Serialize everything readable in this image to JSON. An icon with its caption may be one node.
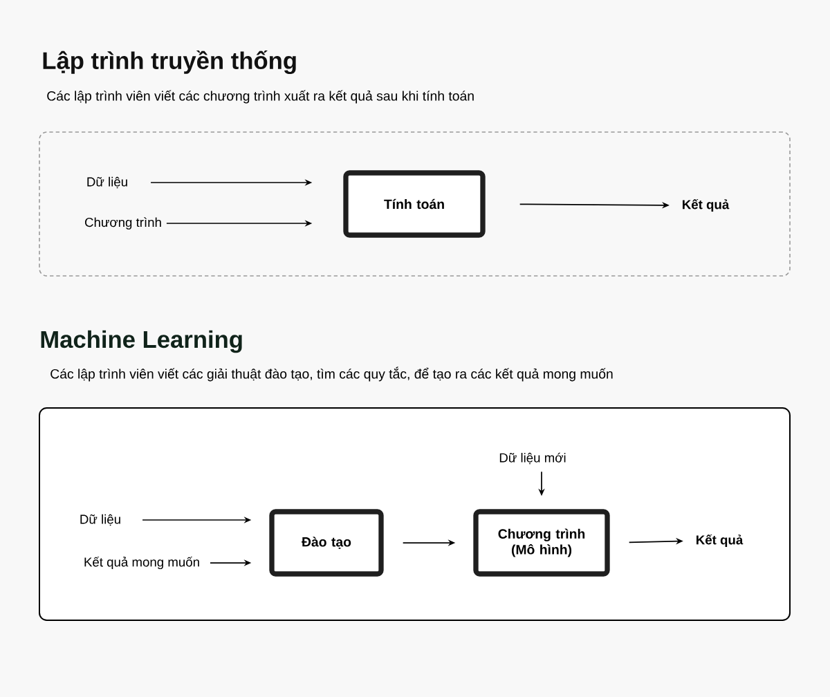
{
  "diagram": {
    "nodes": [
      {
        "text": [
          "Lập trình truyền thống",
          "Các lập trình viên viết các chương trình xuất ra kết quả sau khi tính toán"
        ]
      },
      {
        "text": [
          "Dữ liệu"
        ],
        "in": 0
      },
      {
        "text": [
          "Chương trình"
        ],
        "in": 0
      },
      {
        "text": [
          "Tính toán"
        ],
        "in": 0
      },
      {
        "text": [
          "Kết quả"
        ],
        "in": 0
      },
      {
        "text": [
          "Machine Learning",
          "Các lập trình viên viết các giải thuật đào tạo, tìm các quy tắc, để tạo ra các kết quả mong muốn"
        ]
      },
      {
        "text": [
          "Dữ liệu"
        ],
        "in": 5
      },
      {
        "text": [
          "Kết quả mong muốn"
        ],
        "in": 5
      },
      {
        "text": [
          "Đào tạo"
        ],
        "in": 5
      },
      {
        "text": [
          "Chương trình (Mô hình)"
        ],
        "in": 5
      },
      {
        "text": [
          "Kết quả"
        ],
        "in": 5
      },
      {
        "text": [
          "Dữ liệu mới"
        ],
        "in": 5
      }
    ],
    "edges": [
      {
        "from": 1,
        "to": 3,
        "arrow": "to"
      },
      {
        "from": 2,
        "to": 3,
        "arrow": "to"
      },
      {
        "from": 3,
        "to": 4,
        "arrow": "to"
      },
      {
        "from": 6,
        "to": 8,
        "arrow": "to"
      },
      {
        "from": 7,
        "to": 8,
        "arrow": "to"
      },
      {
        "from": 8,
        "to": 9,
        "arrow": "to"
      },
      {
        "from": 9,
        "to": 10,
        "arrow": "to"
      },
      {
        "from": 11,
        "to": 9,
        "arrow": "to"
      }
    ]
  }
}
